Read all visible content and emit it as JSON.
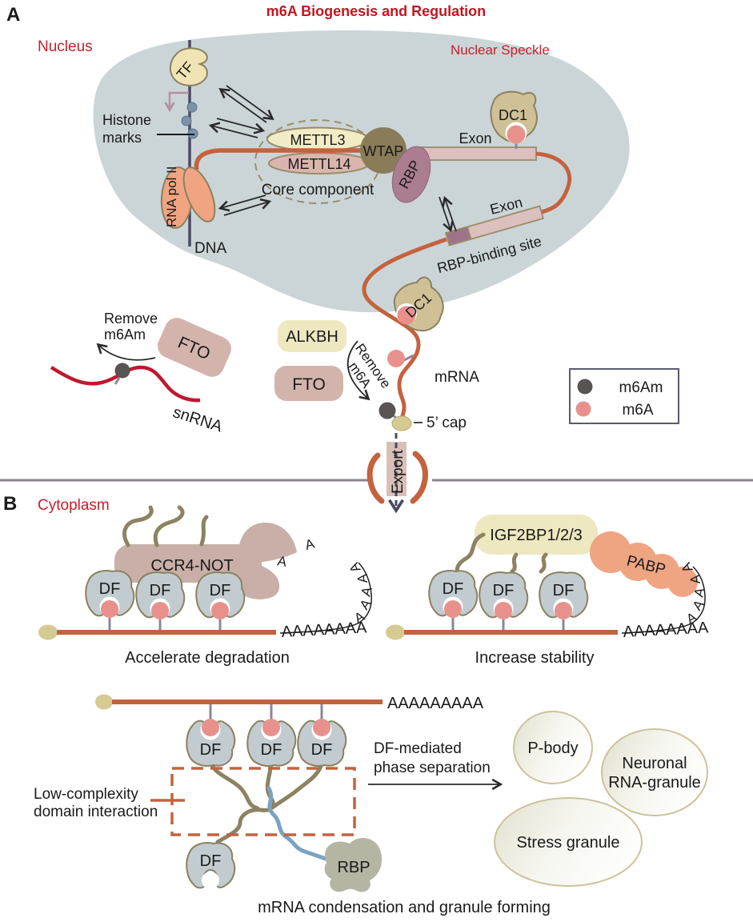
{
  "colors": {
    "title_red": "#c4161f",
    "label_red": "#c8202a",
    "mrna_orange": "#c4623e",
    "snrna_red": "#c0182e",
    "m6a_pink": "#e8918c",
    "m6am_gray": "#575453",
    "nucleus_fill": "#cbd5d8",
    "df_fill": "#c2ccd0",
    "cream": "#f2ecc6",
    "dusty_pink": "#d3b4ac",
    "wtap_olive": "#8a7c59",
    "rbp_mauve": "#ab7d90",
    "salmon": "#efa482",
    "slate_arrow": "#474c63",
    "membrane_gray": "#8b8294",
    "tan_outline": "#8b8160",
    "blue_tail": "#7aa2c2"
  },
  "panel_a": {
    "label": "A",
    "title": "m6A Biogenesis and Regulation",
    "nucleus": "Nucleus",
    "nuclear_speckle": "Nuclear Speckle",
    "tf": "TF",
    "histone_line1": "Histone",
    "histone_line2": "marks",
    "rna_pol": "RNA pol II",
    "dna": "DNA",
    "mettl3": "METTL3",
    "mettl14": "METTL14",
    "core_component": "Core component",
    "wtap": "WTAP",
    "rbp": "RBP",
    "exon": "Exon",
    "dc1": "DC1",
    "rbp_binding_site": "RBP-binding site",
    "remove": "Remove",
    "m6am": "m6Am",
    "m6a": "m6A",
    "fto": "FTO",
    "alkbh": "ALKBH",
    "mrna": "mRNA",
    "five_prime_cap": "5’ cap",
    "snrna": "snRNA",
    "export": "Export",
    "legend": {
      "m6am": "m6Am",
      "m6a": "m6A"
    }
  },
  "panel_b": {
    "label": "B",
    "cytoplasm": "Cytoplasm",
    "ccr4_not": "CCR4-NOT",
    "df": "DF",
    "accelerate": "Accelerate degradation",
    "igf2bp": "IGF2BP1/2/3",
    "pabp": "PABP",
    "increase": "Increase stability",
    "poly_a8": "AAAAAAAA",
    "poly_a9": "AAAAAAAAA",
    "a": "A",
    "low_line1": "Low-complexity",
    "low_line2": "domain interaction",
    "dfmed_line1": "DF-mediated",
    "dfmed_line2": "phase separation",
    "p_body": "P-body",
    "neuronal_line1": "Neuronal",
    "neuronal_line2": "RNA-granule",
    "stress": "Stress granule",
    "rbp": "RBP",
    "caption": "mRNA condensation and granule forming"
  }
}
